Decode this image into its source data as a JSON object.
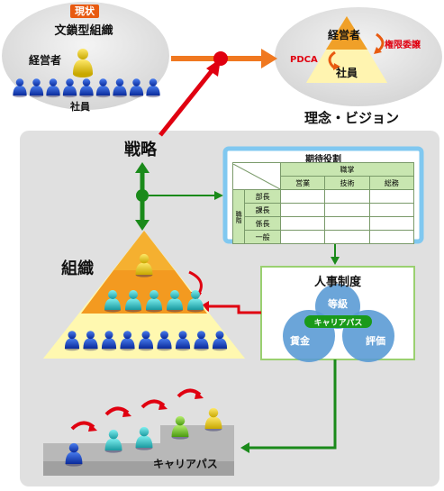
{
  "current_state": {
    "badge": "現状",
    "title": "文鎖型組織",
    "manager_label": "経営者",
    "employee_label": "社員"
  },
  "ideal": {
    "manager_label": "経営者",
    "employee_label": "社員",
    "delegation_label": "権限委譲",
    "cycle_label": "PDCA",
    "caption": "理念・ビジョン"
  },
  "strategy_label": "戦略",
  "organization_label": "組織",
  "roles": {
    "title": "期待役割",
    "group_header": "職掌",
    "columns": [
      "営業",
      "技術",
      "総務"
    ],
    "row_group": "職階",
    "rows": [
      "部長",
      "課長",
      "係長",
      "一般"
    ]
  },
  "hr_system": {
    "title": "人事制度",
    "circles": [
      "等級",
      "賃金",
      "評価"
    ],
    "center_label": "キャリアパス"
  },
  "career_label": "キャリアパス",
  "colors": {
    "orange_arrow": "#f07820",
    "red": "#e00010",
    "green": "#1a8a1a",
    "panel": "#e0e0e0",
    "table_border": "#80c8f0",
    "blue_circle": "#5b9bd5"
  }
}
